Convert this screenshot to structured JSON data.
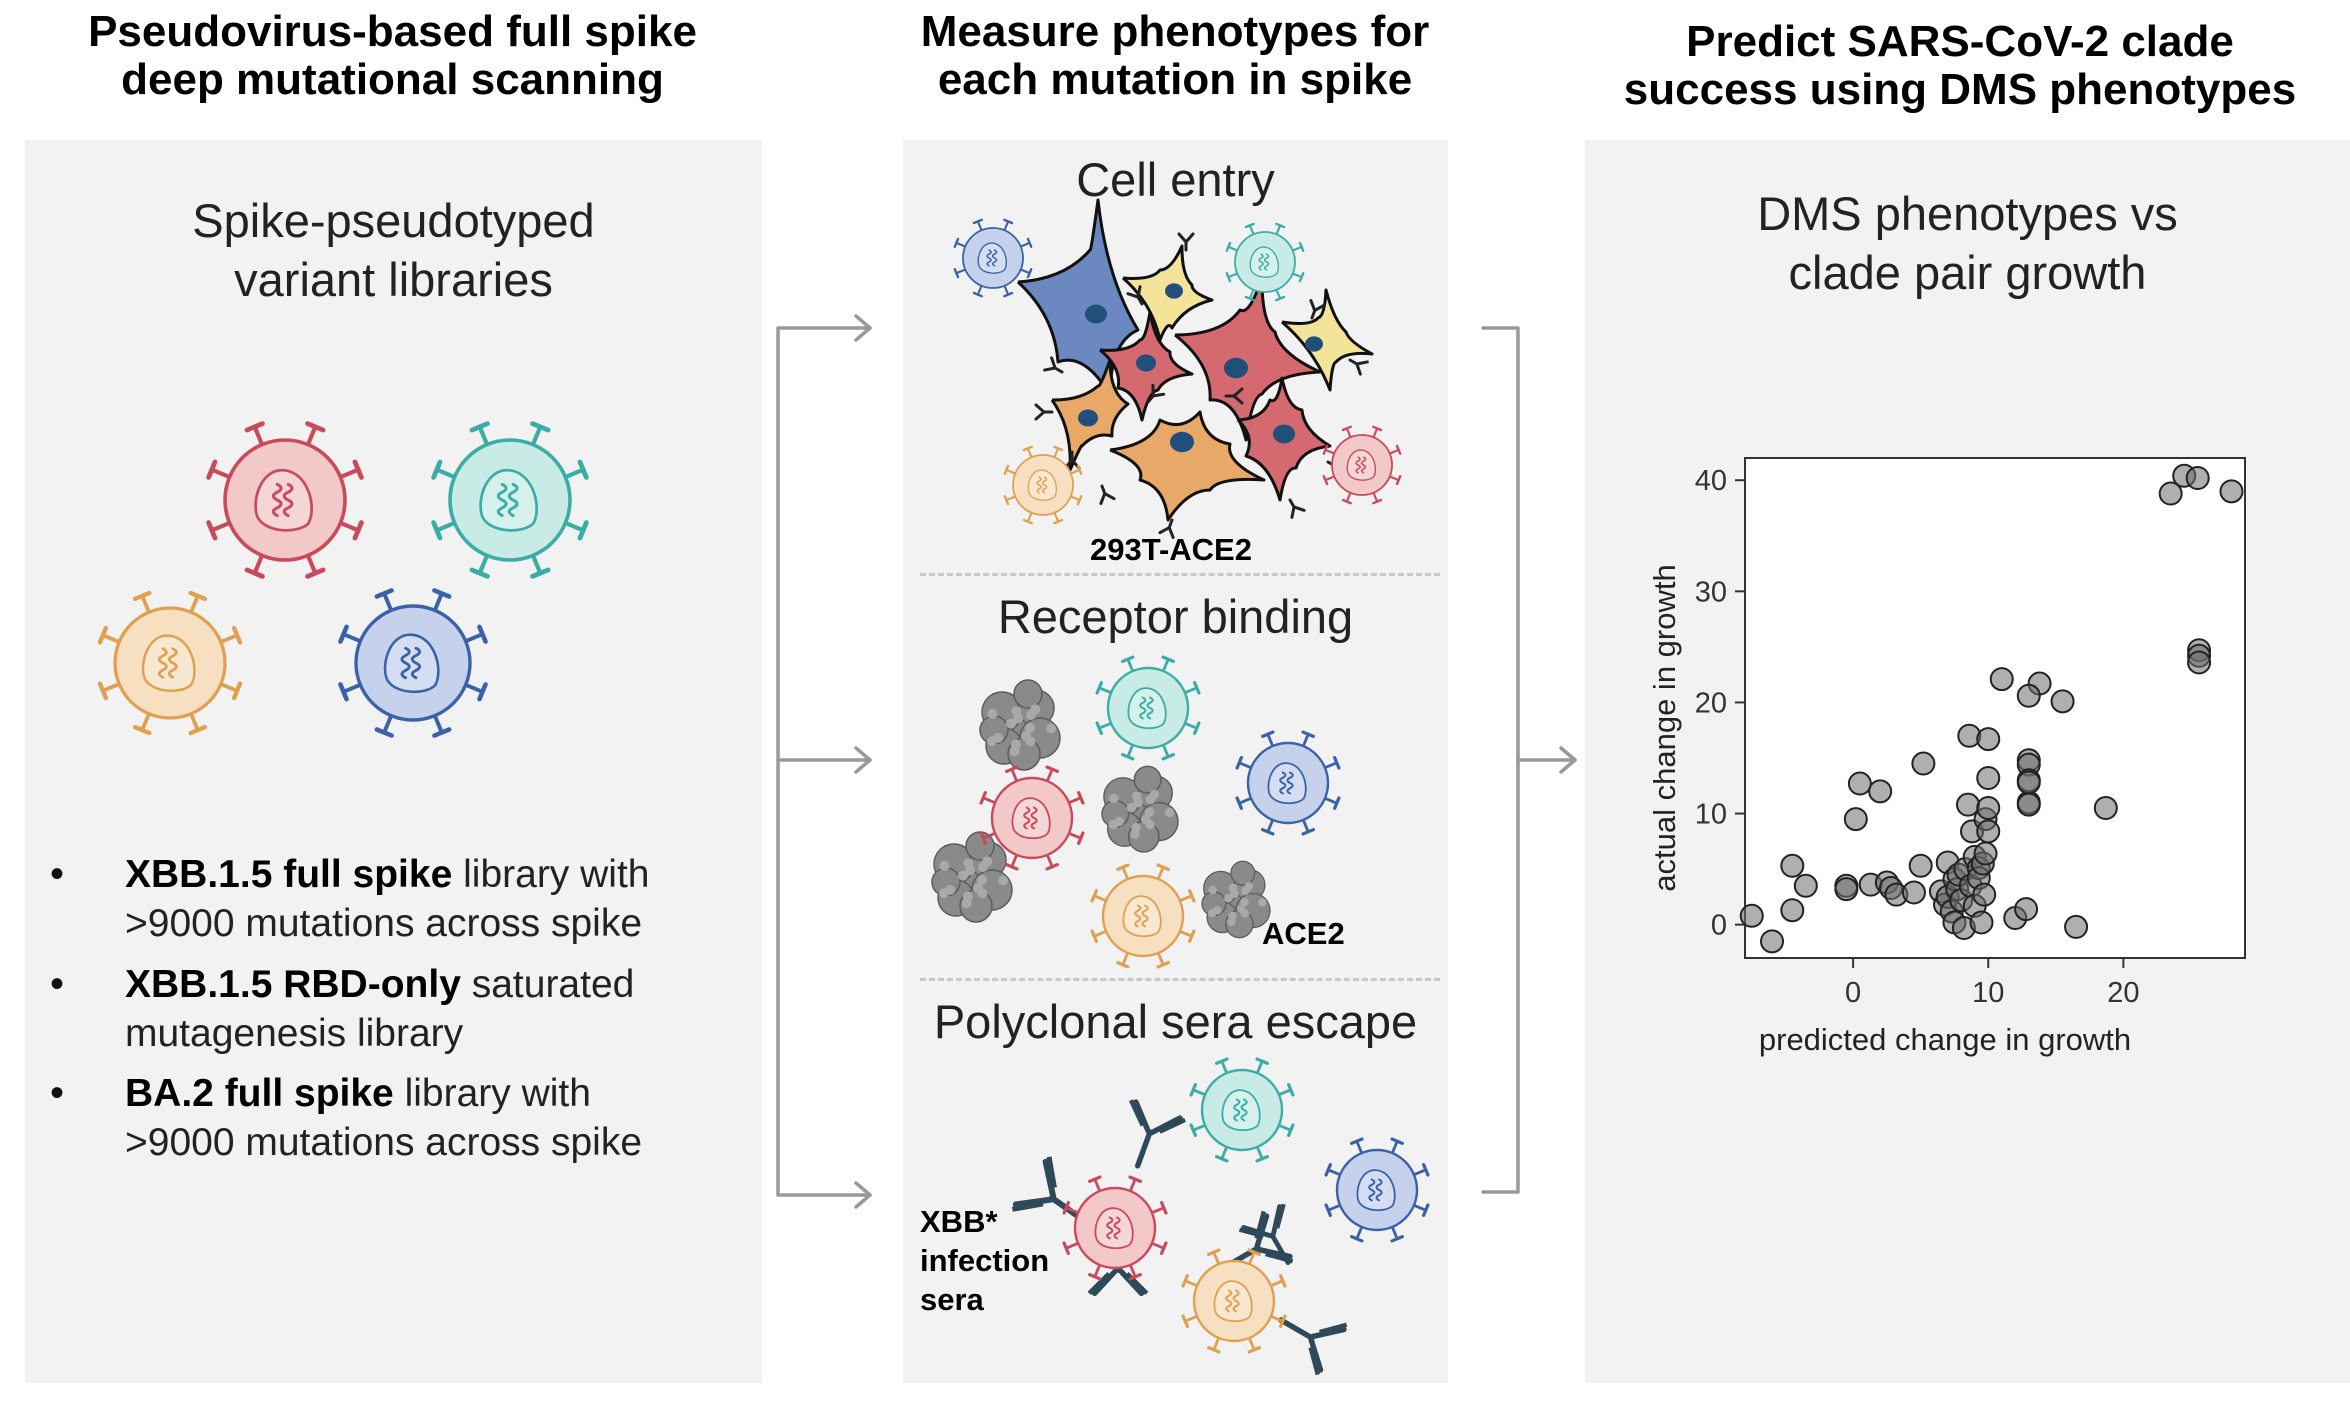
{
  "columns": [
    {
      "title_lines": [
        "Pseudovirus-based full spike",
        "deep mutational scanning"
      ]
    },
    {
      "title_lines": [
        "Measure phenotypes for",
        "each mutation in spike"
      ]
    },
    {
      "title_lines": [
        "Predict SARS-CoV-2 clade",
        "success using DMS phenotypes"
      ]
    }
  ],
  "left_panel": {
    "subtitle_lines": [
      "Spike-pseudotyped",
      "variant libraries"
    ],
    "bullets": [
      {
        "bold": "XBB.1.5 full spike",
        "rest": " library with",
        "line2": ">9000 mutations across spike"
      },
      {
        "bold": "XBB.1.5 RBD-only",
        "rest": " saturated",
        "line2": "mutagenesis library"
      },
      {
        "bold": "BA.2 full spike",
        "rest": " library with",
        "line2": ">9000 mutations across spike"
      }
    ],
    "bullet_char": "•"
  },
  "middle_panel": {
    "sections": [
      {
        "title": "Cell entry",
        "label": "293T-ACE2"
      },
      {
        "title": "Receptor binding",
        "label": "ACE2"
      },
      {
        "title": "Polyclonal sera escape",
        "label_lines": [
          "XBB*",
          "infection",
          "sera"
        ]
      }
    ]
  },
  "right_panel": {
    "subtitle_lines": [
      "DMS phenotypes vs",
      "clade pair growth"
    ]
  },
  "colors": {
    "red": "#c94a5a",
    "red_fill": "#f2c8c8",
    "teal": "#3aada5",
    "teal_fill": "#c9ebe6",
    "orange": "#e0a050",
    "orange_fill": "#f7e0c2",
    "blue": "#3a62a8",
    "blue_fill": "#c6d2ec",
    "cell_blue": "#6b88c0",
    "cell_red": "#d46a70",
    "cell_orange": "#e8a868",
    "cell_yellow": "#f4e49a",
    "nucleus": "#1f4f7a",
    "antibody": "#2e4a58",
    "arrow": "#999999",
    "panel": "#f2f2f2"
  },
  "chart_data": {
    "type": "scatter",
    "xlabel": "predicted change in growth",
    "ylabel": "actual change in growth",
    "xlim": [
      -8,
      29
    ],
    "ylim": [
      -3,
      42
    ],
    "xticks": [
      0,
      10,
      20
    ],
    "yticks": [
      0,
      10,
      20,
      30,
      40
    ],
    "points": [
      [
        -7.5,
        0.8
      ],
      [
        -6,
        -1.5
      ],
      [
        -4.5,
        1.3
      ],
      [
        -4.5,
        5.3
      ],
      [
        -3.5,
        3.5
      ],
      [
        -0.5,
        3.5
      ],
      [
        -0.5,
        3.2
      ],
      [
        0.2,
        9.5
      ],
      [
        0.5,
        12.7
      ],
      [
        1.3,
        3.6
      ],
      [
        2,
        12
      ],
      [
        2.5,
        3.8
      ],
      [
        2.8,
        3.3
      ],
      [
        3.2,
        2.7
      ],
      [
        4.5,
        2.9
      ],
      [
        5,
        5.3
      ],
      [
        5.2,
        14.5
      ],
      [
        6.5,
        3
      ],
      [
        6.8,
        1.8
      ],
      [
        7,
        2.5
      ],
      [
        7,
        5.6
      ],
      [
        7.3,
        1.2
      ],
      [
        7.5,
        4.1
      ],
      [
        7.5,
        0.2
      ],
      [
        7.7,
        3.2
      ],
      [
        7.8,
        4.5
      ],
      [
        8,
        2.2
      ],
      [
        8.2,
        -0.3
      ],
      [
        8.3,
        5
      ],
      [
        8.5,
        10.8
      ],
      [
        8.6,
        17
      ],
      [
        8.7,
        3.5
      ],
      [
        8.8,
        8.4
      ],
      [
        9,
        6.1
      ],
      [
        9,
        1.7
      ],
      [
        9.3,
        5.1
      ],
      [
        9.3,
        4.2
      ],
      [
        9.5,
        0.2
      ],
      [
        9.6,
        5.5
      ],
      [
        9.8,
        6.4
      ],
      [
        9.8,
        9.5
      ],
      [
        10,
        10.5
      ],
      [
        10,
        8.4
      ],
      [
        10,
        16.7
      ],
      [
        10,
        13.2
      ],
      [
        9.7,
        2.7
      ],
      [
        11,
        22.1
      ],
      [
        12,
        0.6
      ],
      [
        12.8,
        1.4
      ],
      [
        13.8,
        21.7
      ],
      [
        13,
        20.6
      ],
      [
        13,
        14.8
      ],
      [
        13,
        14.4
      ],
      [
        13,
        13
      ],
      [
        13,
        11
      ],
      [
        13,
        12.8
      ],
      [
        13,
        10.8
      ],
      [
        15.5,
        20.1
      ],
      [
        16.5,
        -0.2
      ],
      [
        18.7,
        10.5
      ],
      [
        23.5,
        38.8
      ],
      [
        24.5,
        40.4
      ],
      [
        25.5,
        40.2
      ],
      [
        28,
        39
      ],
      [
        25.6,
        24.7
      ],
      [
        25.6,
        24.2
      ],
      [
        25.6,
        23.6
      ]
    ]
  }
}
